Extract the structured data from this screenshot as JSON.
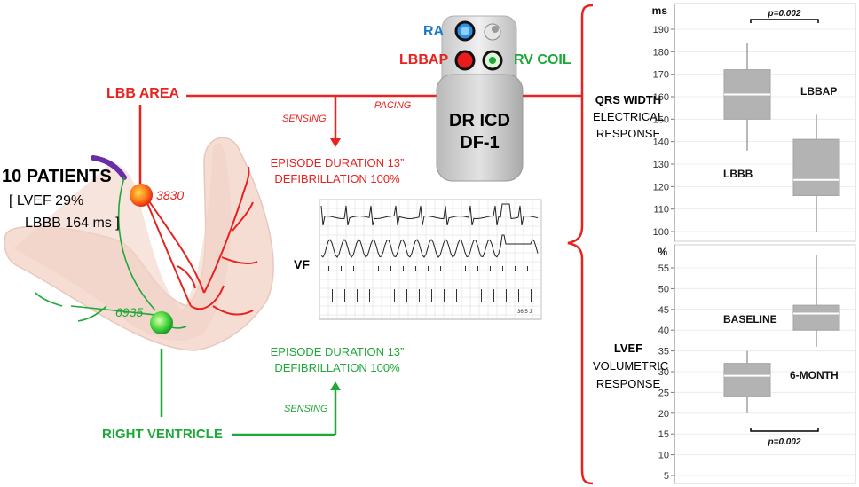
{
  "cohort": {
    "title": "10 PATIENTS",
    "lvef_line": "[ LVEF 29%",
    "lbbb_line": "LBBB 164 ms ]"
  },
  "leads": {
    "lbb_area": "LBB AREA",
    "lbb_area_lead": "3830",
    "rv_lead": "6935",
    "right_ventricle": "RIGHT VENTRICLE"
  },
  "annotations": {
    "sensing_top": "SENSING",
    "pacing": "PACING",
    "sensing_bottom": "SENSING",
    "top_duration": "EPISODE DURATION 13”",
    "top_defib": "DEFIBRILLATION 100%",
    "bottom_duration": "EPISODE DURATION 13”",
    "bottom_defib": "DEFIBRILLATION 100%",
    "vf": "VF"
  },
  "device": {
    "ra": "RA",
    "lbbap": "LBBAP",
    "rv_coil": "RV COIL",
    "line1": "DR ICD",
    "line2": "DF-1"
  },
  "egm_strip": {
    "marker_row_text": "36.5 J"
  },
  "responses": {
    "qrs_title": "QRS WIDTH",
    "qrs_sub1": "ELECTRICAL",
    "qrs_sub2": "RESPONSE",
    "lvef_title": "LVEF",
    "lvef_sub1": "VOLUMETRIC",
    "lvef_sub2": "RESPONSE"
  },
  "chart_data": [
    {
      "type": "box",
      "unit": "ms",
      "ylim": [
        100,
        190
      ],
      "yticks": [
        "100",
        "110",
        "120",
        "130",
        "140",
        "150",
        "160",
        "170",
        "180",
        "190"
      ],
      "p_value": "p=0.002",
      "series": [
        {
          "name": "LBBB",
          "min": 136,
          "q1": 150,
          "median": 161,
          "q3": 172,
          "max": 184
        },
        {
          "name": "LBBAP",
          "min": 100,
          "q1": 116,
          "median": 123,
          "q3": 141,
          "max": 152
        }
      ]
    },
    {
      "type": "box",
      "unit": "%",
      "ylim": [
        5,
        60
      ],
      "yticks": [
        "5",
        "10",
        "15",
        "20",
        "25",
        "30",
        "35",
        "40",
        "45",
        "50",
        "55"
      ],
      "p_value": "p=0.002",
      "series": [
        {
          "name": "BASELINE",
          "min": 20,
          "q1": 24,
          "median": 29,
          "q3": 32,
          "max": 35
        },
        {
          "name": "6-MONTH",
          "min": 36,
          "q1": 40,
          "median": 44,
          "q3": 46,
          "max": 58
        }
      ]
    }
  ],
  "colors": {
    "red": "#e8221f",
    "green": "#1ea83a",
    "blue": "#1b78c8",
    "box": "#b3b3b3",
    "heart": "#f5ddd3"
  }
}
